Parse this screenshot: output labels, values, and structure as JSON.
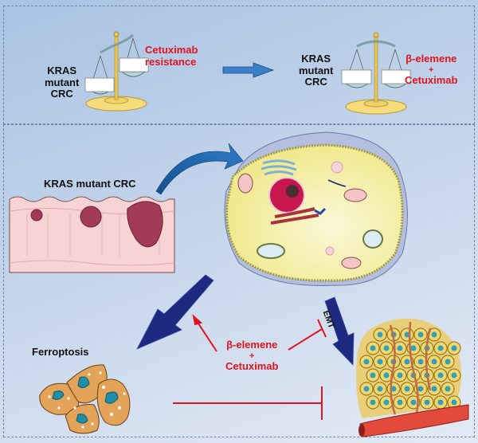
{
  "top_panel": {
    "left_label": [
      "KRAS",
      "mutant",
      "CRC"
    ],
    "left_red_label": [
      "Cetuximab",
      "resistance"
    ],
    "right_label": [
      "KRAS",
      "mutant",
      "CRC"
    ],
    "right_red_label": [
      "β-elemene",
      "+",
      "Cetuximab"
    ]
  },
  "bottom_panel": {
    "colon_label": "KRAS mutant CRC",
    "ferroptosis_label": "Ferroptosis",
    "emt_label": "EMT",
    "treatment_label": [
      "β-elemene",
      "+",
      "Cetuximab"
    ]
  },
  "colors": {
    "red": "#e0141e",
    "arrow_navy": "#1e2a80",
    "arrow_blue": "#2f78c4",
    "cell_yellow": "#f5f0a0",
    "tumor": "#a03a55",
    "ferro": "#e3a45a",
    "ferro_nucleus": "#1f8ea8"
  }
}
